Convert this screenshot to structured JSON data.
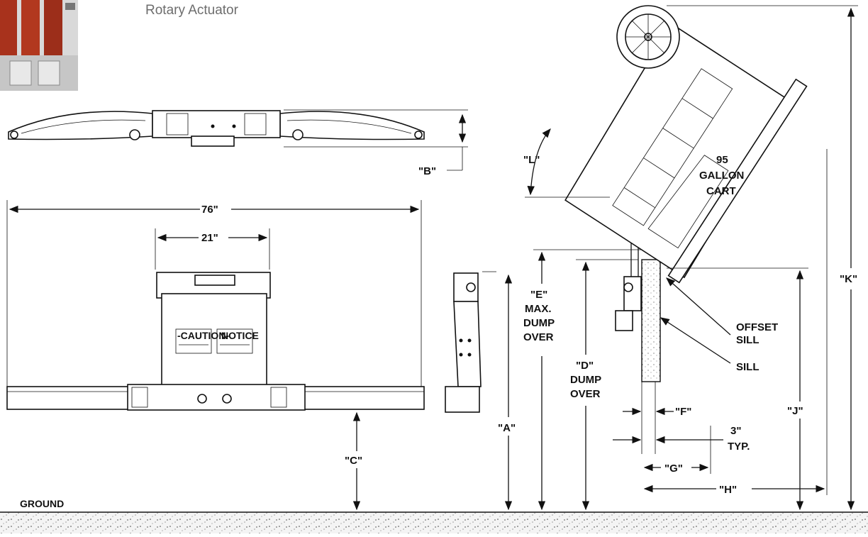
{
  "caption": "Rotary Actuator",
  "labels": {
    "dim_76": "76\"",
    "dim_21": "21\"",
    "dim_a": "\"A\"",
    "dim_b": "\"B\"",
    "dim_c": "\"C\"",
    "dim_d_1": "\"D\"",
    "dim_d_2": "DUMP",
    "dim_d_3": "OVER",
    "dim_e_1": "\"E\"",
    "dim_e_2": "MAX.",
    "dim_e_3": "DUMP",
    "dim_e_4": "OVER",
    "dim_f": "\"F\"",
    "dim_g": "\"G\"",
    "dim_h": "\"H\"",
    "dim_j": "\"J\"",
    "dim_k": "\"K\"",
    "dim_l": "\"L\"",
    "typ_1": "3\"",
    "typ_2": "TYP.",
    "offset_sill_1": "OFFSET",
    "offset_sill_2": "SILL",
    "sill": "SILL",
    "cart_1": "95",
    "cart_2": "GALLON",
    "cart_3": "CART",
    "ground": "GROUND",
    "caution": "-CAUTION-",
    "notice": "NOTICE"
  },
  "colors": {
    "ink": "#111111",
    "caption": "#6d6d6d",
    "photo_red": "#a8321c",
    "ground_fill": "#f2f2f2"
  },
  "icons": {
    "photo": "actuator-photo-thumbnail",
    "wheel": "cart-wheel-icon"
  }
}
